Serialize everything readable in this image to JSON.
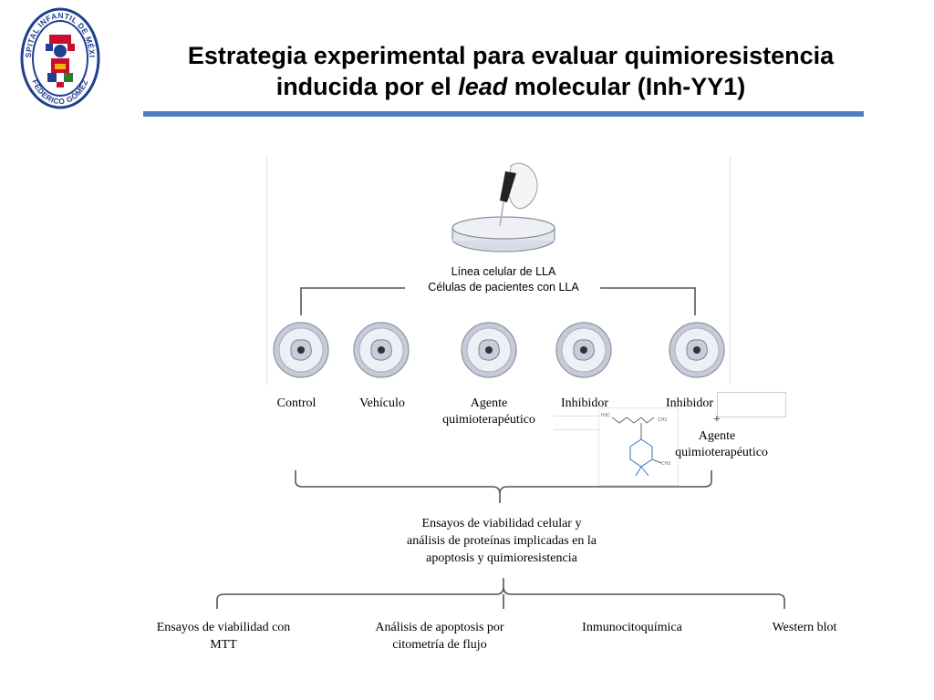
{
  "slide": {
    "title_line1": "Estrategia experimental para evaluar quimioresistencia",
    "title_line2_pre": "inducida por el ",
    "title_line2_em": "lead",
    "title_line2_post": " molecular (Inh-YY1)"
  },
  "logo": {
    "ring_top_text": "HOSPITAL INFANTIL DE MÉXICO",
    "ring_bottom_text": "FEDERICO GÓMEZ"
  },
  "source": {
    "line1": "Línea celular de LLA",
    "line2": "Células de pacientes con LLA"
  },
  "groups": [
    {
      "label": "Control"
    },
    {
      "label": "Vehículo"
    },
    {
      "label_line1": "Agente",
      "label_line2": "quimioterapéutico"
    },
    {
      "label": "Inhibidor"
    },
    {
      "label_line1": "Inhibidor",
      "label_line2": "+",
      "label_line3": "Agente",
      "label_line4": "quimioterapéutico"
    }
  ],
  "assay_summary": {
    "line1": "Ensayos de viabilidad  celular  y",
    "line2": "análisis  de proteínas  implicadas  en la",
    "line3": "apoptosis y quimioresistencia"
  },
  "assays": [
    {
      "line1": "Ensayos  de viabilidad  con",
      "line2": "MTT"
    },
    {
      "line1": "Análisis  de apoptosis por",
      "line2": "citometría  de flujo"
    },
    {
      "line1": "Inmunocitoquímica"
    },
    {
      "line1": "Western  blot"
    }
  ],
  "molecule": {
    "label_a": "H3C",
    "label_b": "CH3",
    "label_c": "CH3"
  },
  "colors": {
    "title_rule": "#4f7fc1",
    "logo_blue": "#1f3f8f",
    "molecule_blue": "#3a6fc4"
  }
}
